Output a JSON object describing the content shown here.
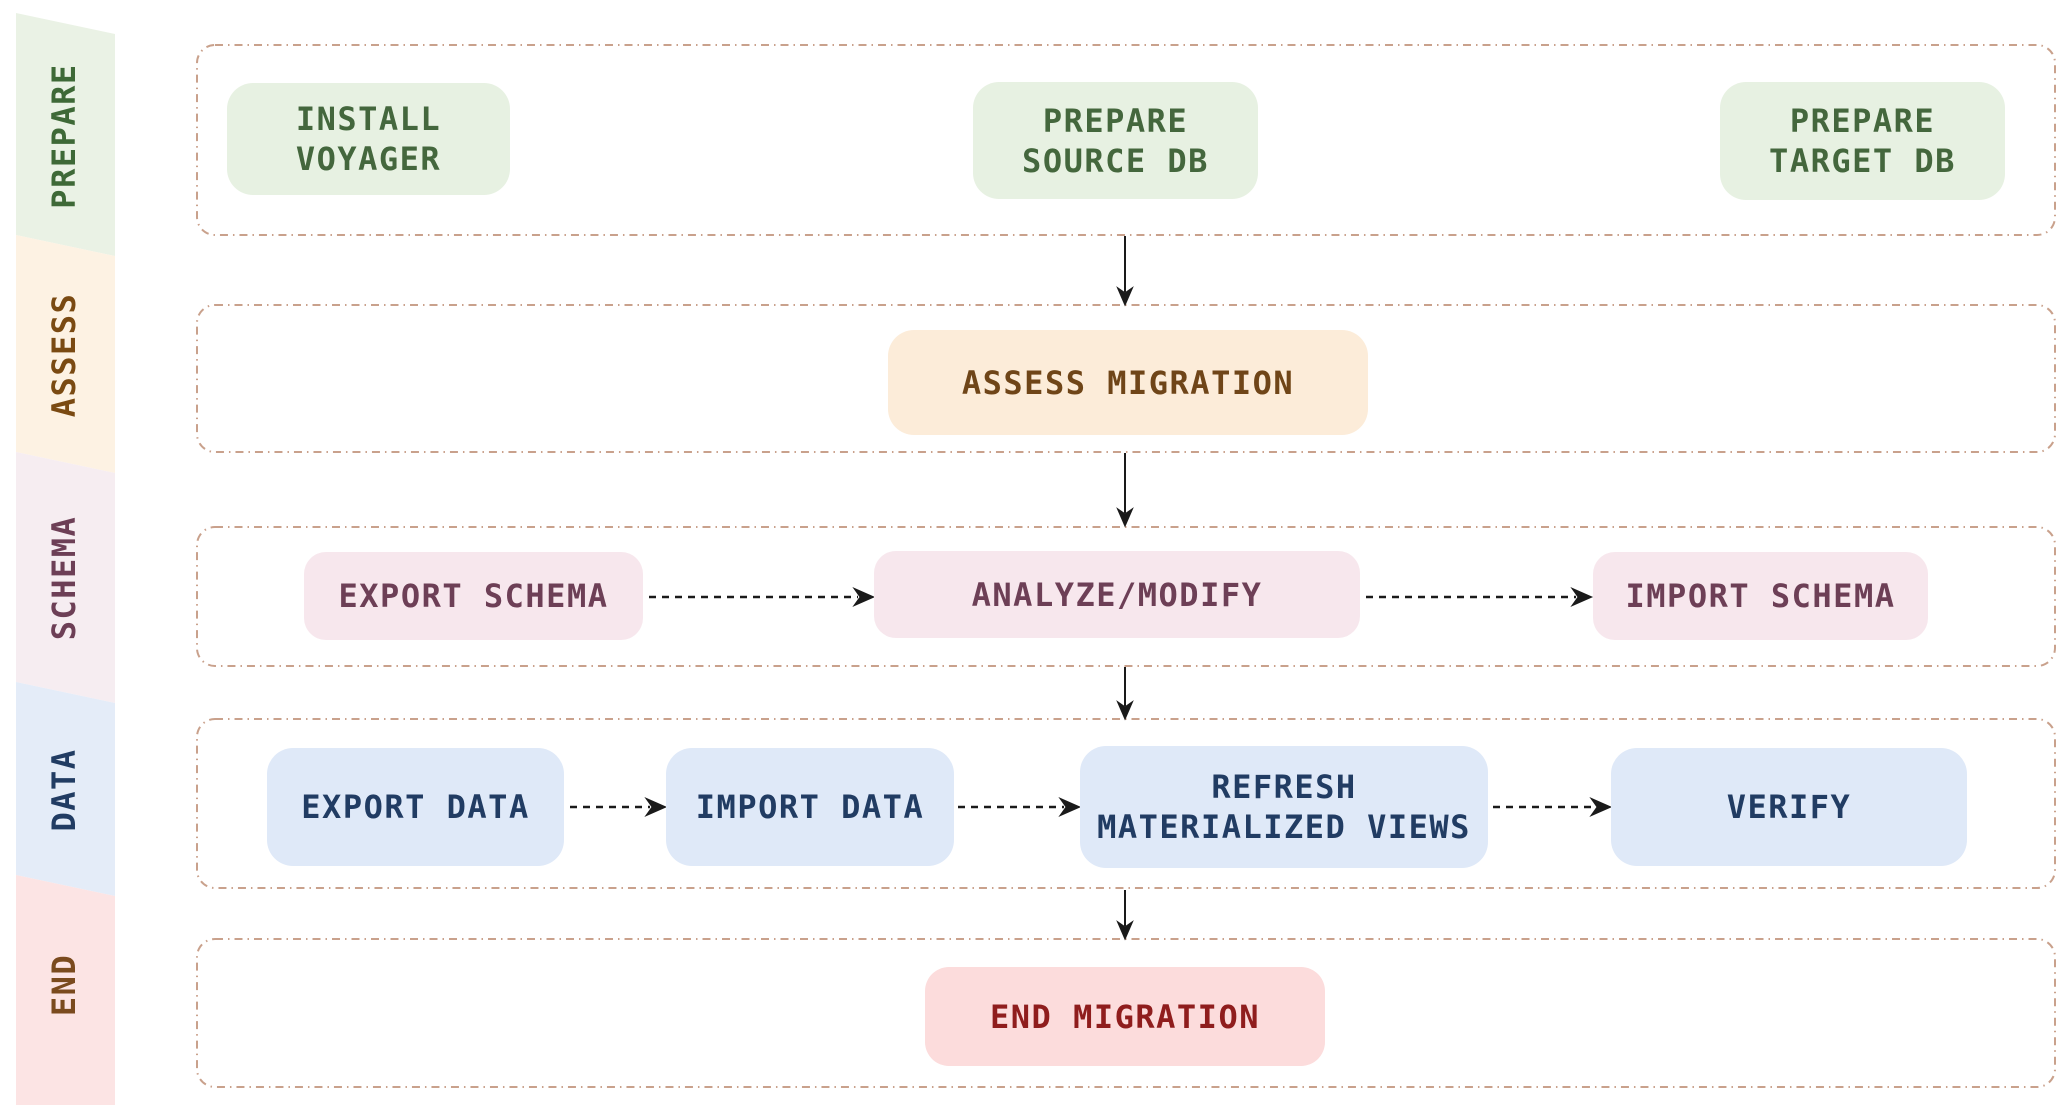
{
  "palette": {
    "background": "#ffffff",
    "lane_border": "#c9a18c",
    "arrow": "#1a1a1a",
    "prepare_band": "#eaf2e5",
    "prepare_fill": "#e7f1e2",
    "prepare_text": "#3e6937",
    "assess_band": "#fdf2e3",
    "assess_fill": "#fcecd9",
    "assess_text": "#6f4518",
    "schema_band": "#f6edf1",
    "schema_fill": "#f7e7ed",
    "schema_text": "#6d3f56",
    "data_band": "#e4ecf8",
    "data_fill": "#dfe9f8",
    "data_text": "#213c63",
    "end_band": "#fce4e4",
    "end_fill": "#fcdcdc",
    "end_text": "#8f1d1d"
  },
  "sidebar": {
    "bands": [
      {
        "label": "PREPARE"
      },
      {
        "label": "ASSESS"
      },
      {
        "label": "SCHEMA"
      },
      {
        "label": "DATA"
      },
      {
        "label": "END"
      }
    ]
  },
  "lanes": [
    {
      "id": "prepare",
      "boxes": [
        {
          "label": "INSTALL\nVOYAGER"
        },
        {
          "label": "PREPARE\nSOURCE DB"
        },
        {
          "label": "PREPARE\nTARGET DB"
        }
      ]
    },
    {
      "id": "assess",
      "boxes": [
        {
          "label": "ASSESS MIGRATION"
        }
      ]
    },
    {
      "id": "schema",
      "boxes": [
        {
          "label": "EXPORT SCHEMA"
        },
        {
          "label": "ANALYZE/MODIFY"
        },
        {
          "label": "IMPORT SCHEMA"
        }
      ]
    },
    {
      "id": "data",
      "boxes": [
        {
          "label": "EXPORT DATA"
        },
        {
          "label": "IMPORT DATA"
        },
        {
          "label": "REFRESH\nMATERIALIZED VIEWS"
        },
        {
          "label": "VERIFY"
        }
      ]
    },
    {
      "id": "end",
      "boxes": [
        {
          "label": "END MIGRATION"
        }
      ]
    }
  ]
}
